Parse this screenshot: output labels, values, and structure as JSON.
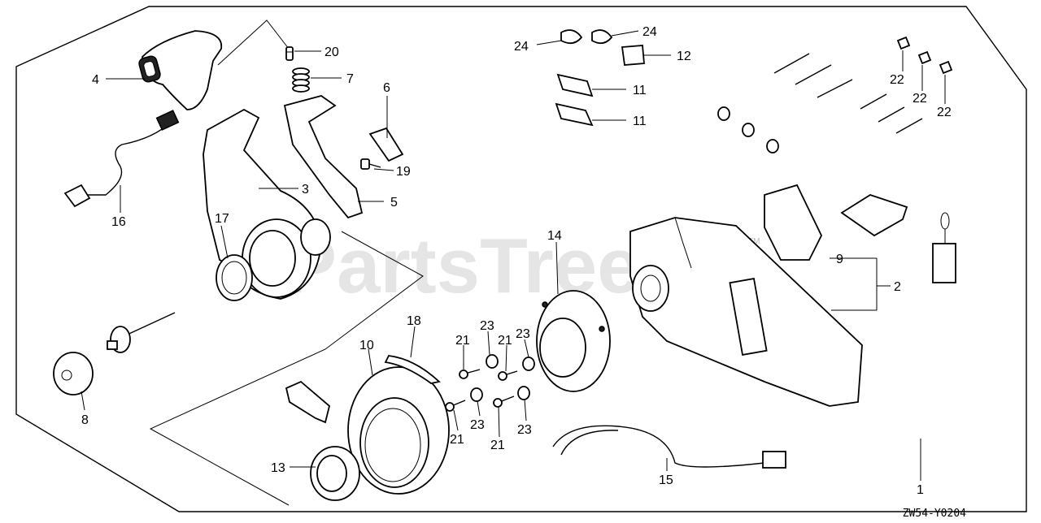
{
  "watermark": "PartsTree",
  "trademark": "TM",
  "diagram_code": "ZW54-Y0204",
  "parts": [
    {
      "ref": "1"
    },
    {
      "ref": "2"
    },
    {
      "ref": "3"
    },
    {
      "ref": "4"
    },
    {
      "ref": "5"
    },
    {
      "ref": "6"
    },
    {
      "ref": "7"
    },
    {
      "ref": "8"
    },
    {
      "ref": "9"
    },
    {
      "ref": "10"
    },
    {
      "ref": "11"
    },
    {
      "ref": "11"
    },
    {
      "ref": "12"
    },
    {
      "ref": "13"
    },
    {
      "ref": "14"
    },
    {
      "ref": "15"
    },
    {
      "ref": "16"
    },
    {
      "ref": "17"
    },
    {
      "ref": "18"
    },
    {
      "ref": "19"
    },
    {
      "ref": "20"
    },
    {
      "ref": "21"
    },
    {
      "ref": "21"
    },
    {
      "ref": "21"
    },
    {
      "ref": "21"
    },
    {
      "ref": "22"
    },
    {
      "ref": "22"
    },
    {
      "ref": "22"
    },
    {
      "ref": "23"
    },
    {
      "ref": "23"
    },
    {
      "ref": "23"
    },
    {
      "ref": "23"
    },
    {
      "ref": "24"
    },
    {
      "ref": "24"
    }
  ]
}
